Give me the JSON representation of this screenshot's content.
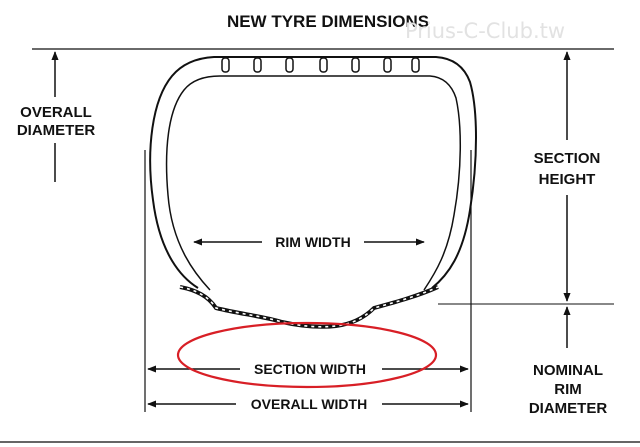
{
  "title": "NEW TYRE DIMENSIONS",
  "watermark": "Prius-C-Club.tw",
  "labels": {
    "overall_diameter": [
      "OVERALL",
      "DIAMETER"
    ],
    "section_height": [
      "SECTION",
      "HEIGHT"
    ],
    "rim_width": "RIM WIDTH",
    "section_width": "SECTION WIDTH",
    "overall_width": "OVERALL WIDTH",
    "nominal_rim_diameter": [
      "NOMINAL",
      "RIM",
      "DIAMETER"
    ]
  },
  "colors": {
    "ink": "#111111",
    "highlight_ellipse": "#d81f26",
    "watermark": "#e2e2e2"
  }
}
